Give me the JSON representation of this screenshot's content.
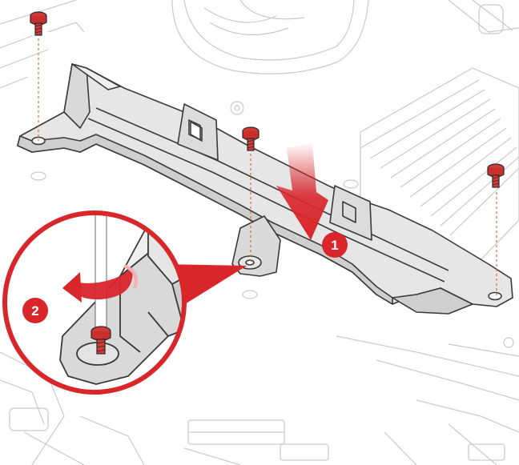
{
  "steps": [
    {
      "number": "1",
      "action": "place-bracket-down",
      "icon": "arrow-down-icon"
    },
    {
      "number": "2",
      "action": "tighten-screws-clockwise",
      "icon": "rotate-arrow-icon"
    }
  ],
  "colors": {
    "accent": "#d9262b",
    "screw": "#d43a35",
    "bracket_fill": "#e4e4e4",
    "bracket_stroke": "#3a3a3a",
    "background_lines": "#c8c8c8",
    "guide_line": "#e06a3a"
  },
  "icons": [
    "screw-icon",
    "screwdriver-icon",
    "arrow-down-icon",
    "rotate-arrow-icon",
    "magnifier-callout"
  ]
}
